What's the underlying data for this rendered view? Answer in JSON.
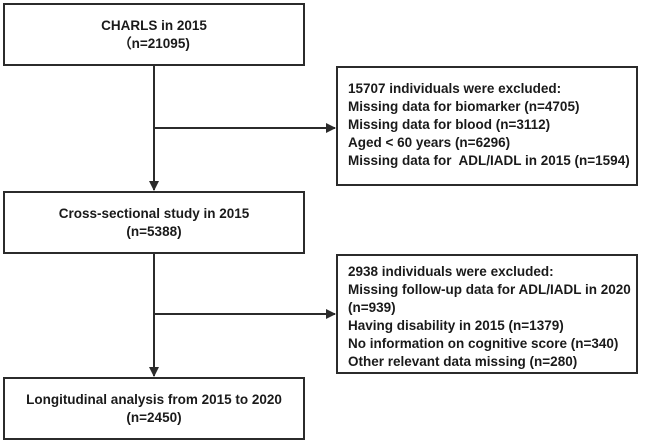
{
  "boxes": {
    "start": {
      "title": "CHARLS in 2015",
      "count": "（n=21095)"
    },
    "exclusion1": {
      "lines": [
        "15707 individuals were excluded:",
        "Missing data for biomarker (n=4705)",
        "Missing data for blood (n=3112)",
        "Aged < 60 years (n=6296)",
        "Missing data for  ADL/IADL in 2015 (n=1594)"
      ]
    },
    "cross_sectional": {
      "title": "Cross-sectional study in 2015",
      "count": "(n=5388)"
    },
    "exclusion2": {
      "lines": [
        "2938 individuals were excluded:",
        "Missing follow-up data for ADL/IADL in 2020",
        "(n=939)",
        "Having disability in 2015 (n=1379)",
        "No information on cognitive score (n=340)",
        "Other relevant data missing (n=280)"
      ]
    },
    "longitudinal": {
      "title": "Longitudinal analysis from 2015 to 2020",
      "count": "(n=2450)"
    }
  }
}
